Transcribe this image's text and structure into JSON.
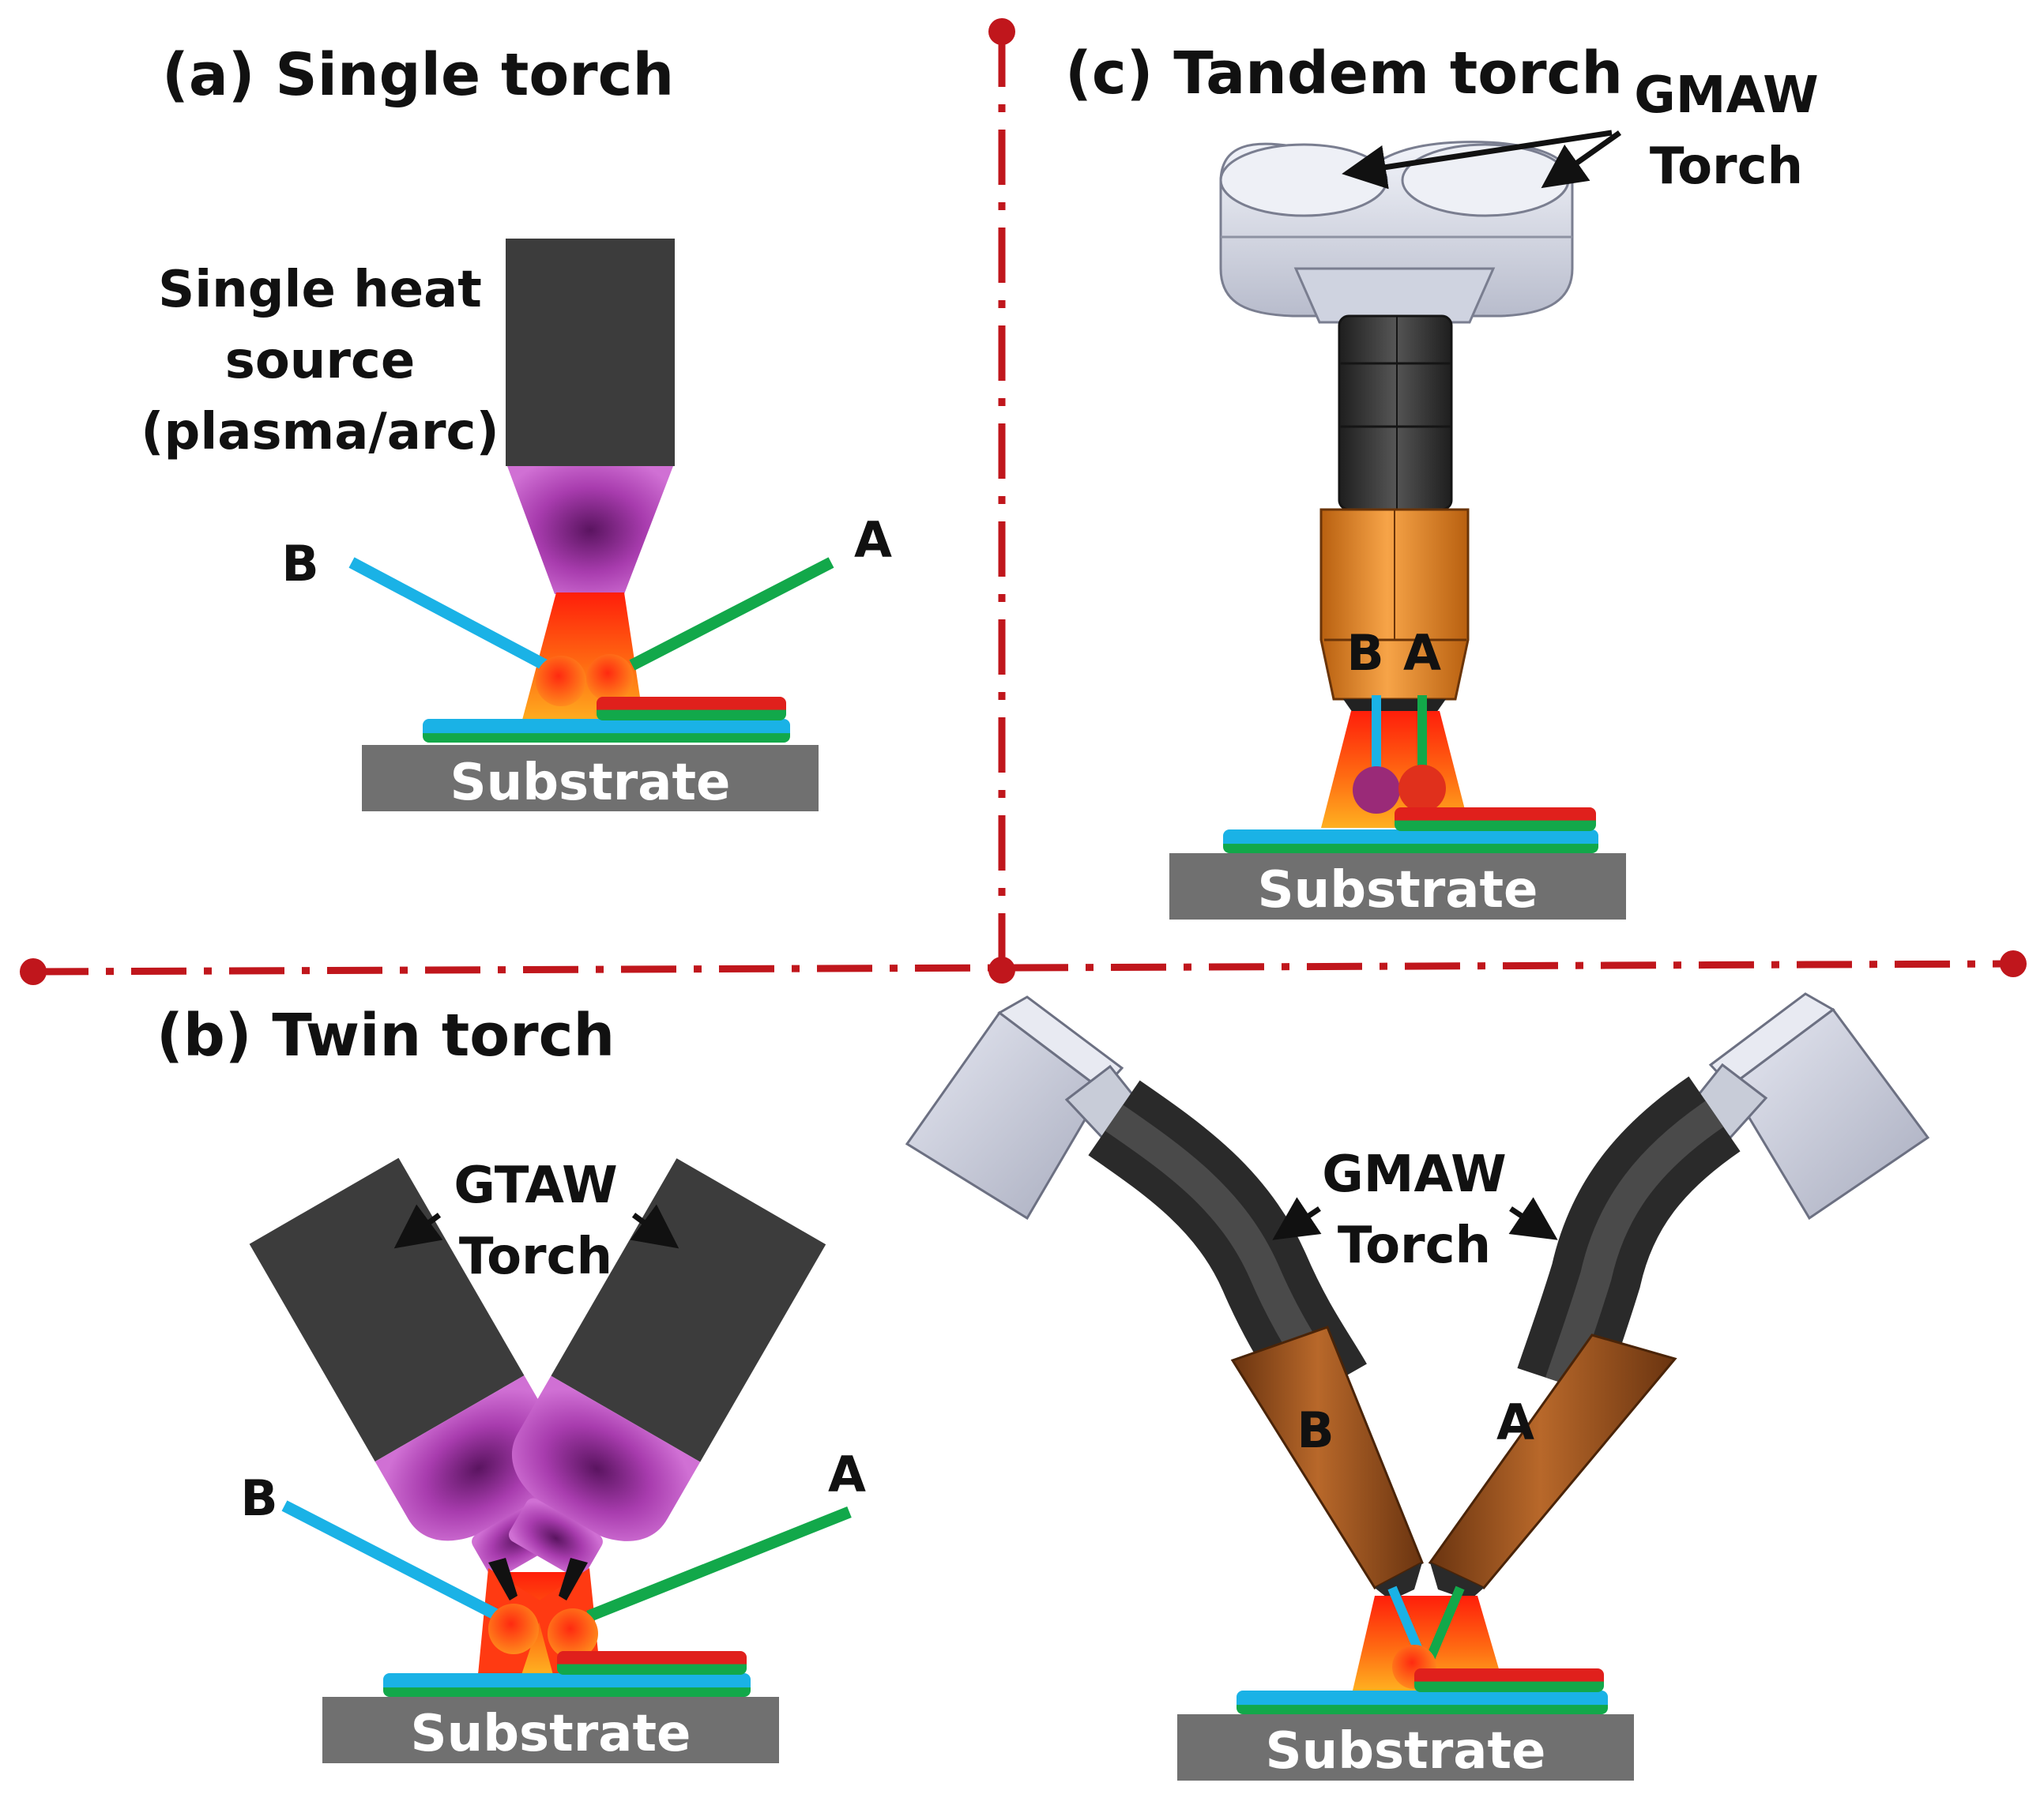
{
  "panels": {
    "a": {
      "title": "(a) Single torch",
      "heat_source_line1": "Single heat",
      "heat_source_line2": "source",
      "heat_source_line3": "(plasma/arc)",
      "wire_b": "B",
      "wire_a": "A",
      "substrate": "Substrate"
    },
    "b": {
      "title": "(b) Twin torch",
      "torch_line1": "GTAW",
      "torch_line2": "Torch",
      "wire_b": "B",
      "wire_a": "A",
      "substrate": "Substrate"
    },
    "c": {
      "title": "(c) Tandem torch",
      "torch_line1": "GMAW",
      "torch_line2": "Torch",
      "wire_b": "B",
      "wire_a": "A",
      "substrate": "Substrate"
    },
    "d": {
      "torch_line1": "GMAW",
      "torch_line2": "Torch",
      "nozzle_b": "B",
      "nozzle_a": "A",
      "substrate": "Substrate"
    }
  },
  "colors": {
    "wire_a": "#12a84a",
    "wire_b": "#1ab2e6",
    "torch_body": "#3c3c3c",
    "plasma": "#b23cb4",
    "flame": "#ff4a14",
    "substrate": "#707070",
    "divider": "#c0161c",
    "copper": "#a85a1c",
    "tandem_nozzle": "#f0902c",
    "housing": "#d8dce8"
  }
}
